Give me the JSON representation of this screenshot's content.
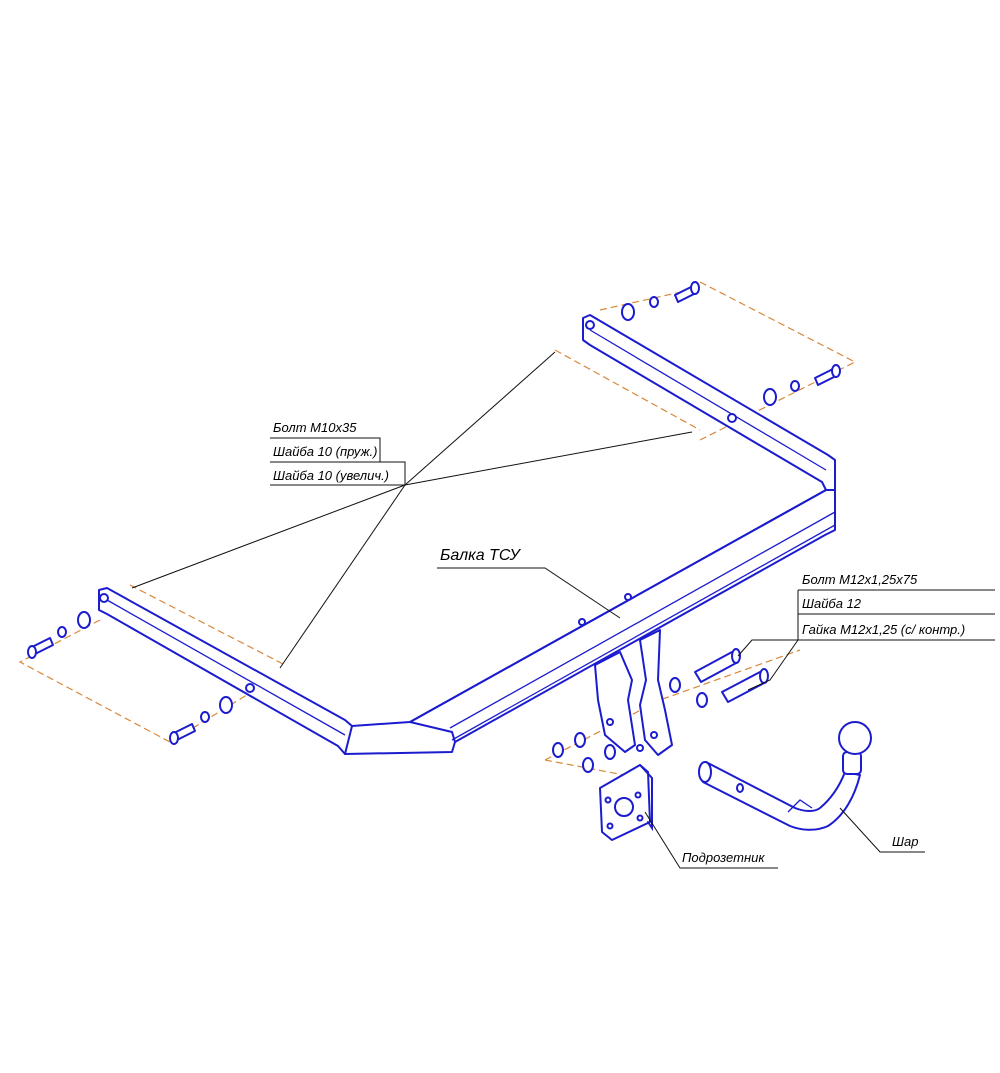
{
  "colors": {
    "part_outline": "#1c1ccf",
    "axis_dash": "#d9883a",
    "leader": "#111111",
    "background": "#ffffff"
  },
  "labels": {
    "bolt_m10": "Болт М10х35",
    "washer_10_spring": "Шайба 10 (пруж.)",
    "washer_10_enlarged": "Шайба 10 (увелич.)",
    "beam": "Балка ТСУ",
    "bolt_m12": "Болт М12х1,25х75",
    "washer_12": "Шайба 12",
    "nut_m12": "Гайка М12х1,25 (с/ контр.)",
    "socket_bracket": "Подрозетник",
    "ball": "Шар"
  }
}
